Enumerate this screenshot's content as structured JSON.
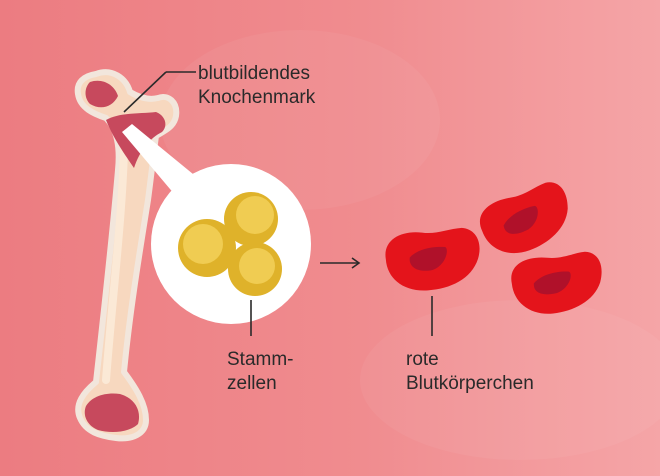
{
  "labels": {
    "marrow": [
      "blutbildendes",
      "Knochenmark"
    ],
    "stem_cells": [
      "Stamm-",
      "zellen"
    ],
    "red_cells": [
      "rote",
      "Blutkörperchen"
    ]
  },
  "colors": {
    "background_left": "#ec7c81",
    "background_right": "#f5a5a7",
    "bone": "#f7d8bf",
    "bone_outline": "#f2e6dc",
    "marrow": "#c7495d",
    "stem_cell_outer": "#dfb22a",
    "stem_cell_inner": "#f0cc52",
    "red_cell": "#e4141b",
    "red_cell_center": "#b0112a",
    "line": "#2a2a2a"
  },
  "icons": [
    "bone-illustration",
    "magnifier-circle",
    "arrow-right-icon",
    "red-blood-cell-icon"
  ]
}
